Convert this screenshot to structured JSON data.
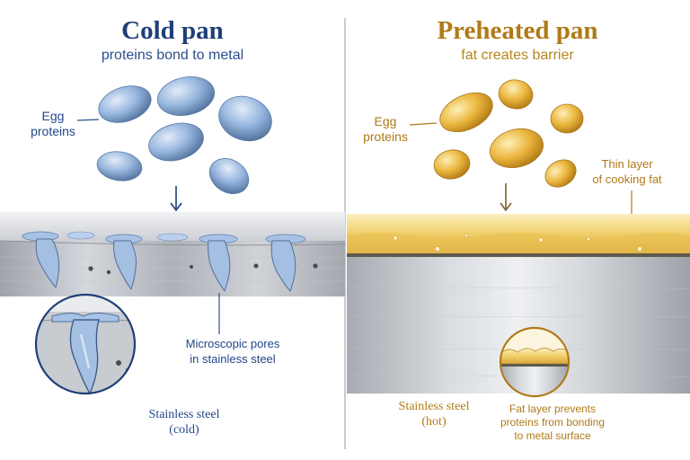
{
  "cold": {
    "title": "Cold pan",
    "subtitle": "proteins bond to metal",
    "egg_label_line1": "Egg",
    "egg_label_line2": "proteins",
    "pores_label_line1": "Microscopic pores",
    "pores_label_line2": "in stainless steel",
    "steel_label_line1": "Stainless steel",
    "steel_label_line2": "(cold)"
  },
  "hot": {
    "title": "Preheated pan",
    "subtitle": "fat creates barrier",
    "egg_label_line1": "Egg",
    "egg_label_line2": "proteins",
    "fat_label_line1": "Thin layer",
    "fat_label_line2": "of cooking fat",
    "steel_label_line1": "Stainless steel",
    "steel_label_line2": "(hot)",
    "barrier_line1": "Fat layer prevents",
    "barrier_line2": "proteins from bonding",
    "barrier_line3": "to metal surface"
  },
  "colors": {
    "cold_accent": "#1f3f78",
    "protein_blue": "#8fb0dc",
    "hot_accent": "#b07a17",
    "protein_gold": "#e8b53c",
    "fat_layer": "#f1d579",
    "steel": "#b9bcc2"
  }
}
